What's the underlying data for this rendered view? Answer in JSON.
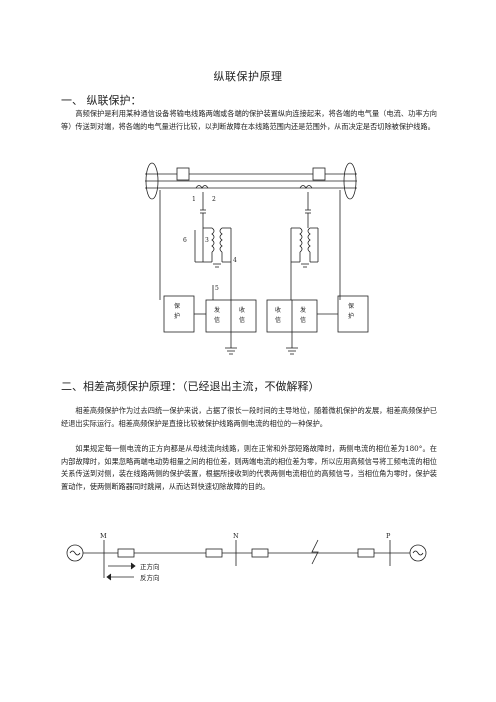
{
  "doc": {
    "title": "纵联保护原理",
    "section1": {
      "heading": "一、 纵联保护："
    },
    "section2": {
      "heading": "二、相差高频保护原理：（已经退出主流，不做解释）"
    }
  },
  "para1": "高频保护是利用某种通信设备将输电线路两端或各端的保护装置纵向连接起来，将各端的电气量（电流、功率方向等）传送到对端，将各端的电气量进行比较，以判断故障在本线路范围内还是范围外，从而决定是否切除被保护线路。",
  "para2": "相差高频保护作为过去四统一保护来说，占据了很长一段时间的主导地位，随着微机保护的发展，相差高频保护已经退出实际运行。相差高频保护是直接比较被保护线路两侧电流的相位的一种保护。",
  "para3": "如果规定每一侧电流的正方向都是从母线流向线路，则在正常和外部短路故障时，两侧电流的相位差为180°。在内部故障时，如果忽略两端电动势相量之间的相位差，则两端电流的相位差为零，所以应用高频信号将工频电流的相位关系传送到对侧，装在线路两侧的保护装置，根据所接收到的代表两侧电流相位的高频信号，当相位角为零时，保护装置动作，使两侧断路器同时跳闸，从而达到快速切除故障的目的。",
  "diagram1": {
    "labels": {
      "n1": "1",
      "n2": "2",
      "n3": "3",
      "n4": "4",
      "n5": "5",
      "n6": "6",
      "prot_left": [
        "保",
        "护"
      ],
      "send_left": [
        "发",
        "信"
      ],
      "recv_left": [
        "收",
        "信"
      ],
      "recv_right": [
        "收",
        "信"
      ],
      "send_right": [
        "发",
        "信"
      ],
      "prot_right": [
        "保",
        "护"
      ]
    }
  },
  "diagram2": {
    "labels": {
      "m": "M",
      "n": "N",
      "p": "P",
      "forward": "正方向",
      "reverse": "反方向"
    }
  }
}
